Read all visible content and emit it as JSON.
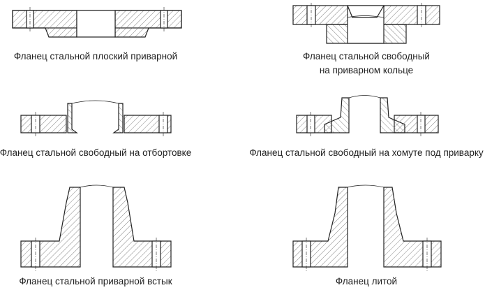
{
  "diagrams": [
    {
      "id": "flat-welded",
      "caption": [
        "Фланец стальной плоский приварной"
      ]
    },
    {
      "id": "loose-on-ring",
      "caption": [
        "Фланец стальной свободный",
        "на приварном кольце"
      ]
    },
    {
      "id": "loose-on-flare",
      "caption": [
        "Фланец стальной свободный на отбортовке"
      ]
    },
    {
      "id": "loose-on-collar",
      "caption": [
        "Фланец стальной свободный на хомуте под приварку"
      ]
    },
    {
      "id": "weld-neck",
      "caption": [
        "Фланец стальной приварной встык"
      ]
    },
    {
      "id": "cast",
      "caption": [
        "Фланец литой"
      ]
    }
  ],
  "colors": {
    "line": "#222222",
    "hatch": "#555555",
    "background": "#ffffff"
  }
}
